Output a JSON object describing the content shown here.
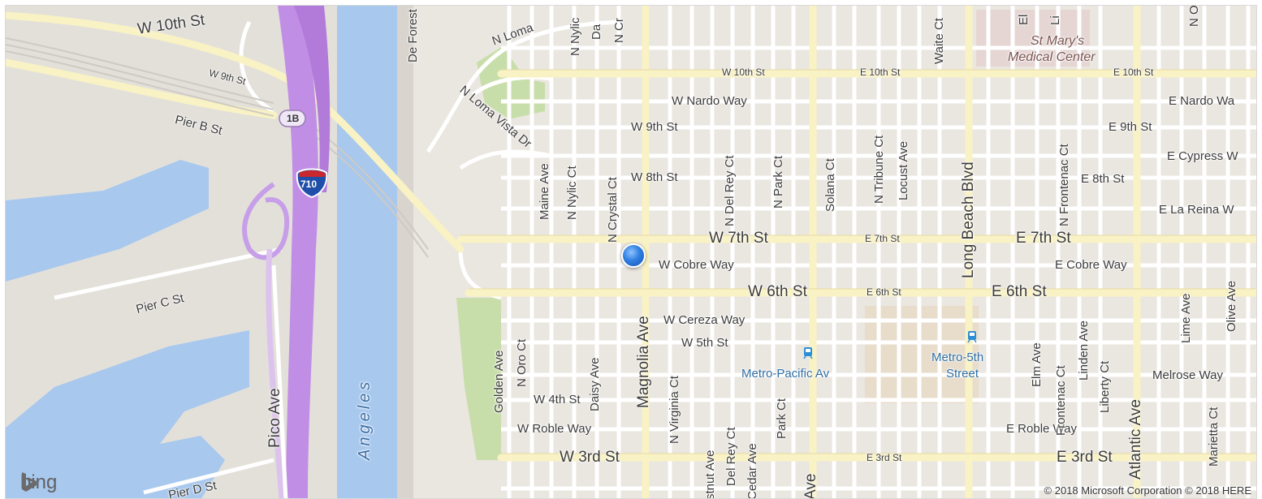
{
  "map": {
    "streets": {
      "w10th_left": "W 10th St",
      "w9th_left": "W 9th St",
      "pier_b": "Pier B St",
      "pier_c": "Pier C St",
      "pier_d": "Pier D St",
      "pico": "Pico Ave",
      "de_forest": "De Forest",
      "n_loma": "N Loma",
      "n_loma_vista": "N Loma Vista Dr",
      "n_nylic_top": "N Nylic",
      "n_crystal_top": "N Cr",
      "da_top": "Da",
      "w10th_right": "W 10th St",
      "e10th_a": "E 10th St",
      "e10th_b": "E 10th St",
      "w_nardo": "W Nardo Way",
      "e_nardo": "E Nardo Wa",
      "w9th_right": "W 9th St",
      "e9th": "E 9th St",
      "e_cypress": "E Cypress W",
      "w8th": "W 8th St",
      "e8th": "E 8th St",
      "e_la_reina": "E La Reina W",
      "w7th": "W 7th St",
      "e7th_sm": "E 7th St",
      "e7th": "E 7th St",
      "w_cobre": "W Cobre Way",
      "e_cobre": "E Cobre Way",
      "w6th": "W 6th St",
      "e6th_sm": "E 6th St",
      "e6th": "E 6th St",
      "w_cereza": "W Cereza Way",
      "w5th": "W 5th St",
      "w4th": "W 4th St",
      "w_roble": "W Roble Way",
      "e_roble": "E Roble Way",
      "w3rd": "W 3rd St",
      "e3rd_sm": "E 3rd St",
      "e3rd": "E 3rd St",
      "melrose": "Melrose Way",
      "maine": "Maine Ave",
      "n_nylic": "N Nylic Ct",
      "n_crystal": "N Crystal Ct",
      "magnolia": "Magnolia Ave",
      "n_del_rey": "N Del Rey Ct",
      "n_park": "N Park Ct",
      "solana": "Solana Ct",
      "n_tribune": "N Tribune Ct",
      "locust": "Locust Ave",
      "long_beach": "Long Beach Blvd",
      "n_frontenac": "N Frontenac Ct",
      "golden": "Golden Ave",
      "n_oro": "N Oro Ct",
      "daisy": "Daisy Ave",
      "n_virginia": "N Virginia Ct",
      "chestnut": "stnut Ave",
      "del_rey": "Del Rey Ct",
      "cedar": "Cedar Ave",
      "park_ct": "Park Ct",
      "ave": "Ave",
      "elm": "Elm Ave",
      "frontenac": "Frontenac Ct",
      "linden": "Linden Ave",
      "liberty": "Liberty Ct",
      "atlantic": "Atlantic Ave",
      "lime": "Lime Ave",
      "olive": "Olive Ave",
      "marietta": "Marietta Ct",
      "waite": "Waite Ct",
      "el_top": "El",
      "li_top": "Li",
      "n_o_top": "N O"
    },
    "river": "Angeles",
    "shield_710": "710",
    "exit_1b": "1B",
    "poi": {
      "st_marys_1": "St Mary's",
      "st_marys_2": "Medical Center",
      "metro_pacific": "Metro-Pacific Av",
      "metro_5th_1": "Metro-5th",
      "metro_5th_2": "Street"
    },
    "brand": "bing",
    "copyright": "© 2018 Microsoft Corporation © 2018 HERE",
    "colors": {
      "land": "#eae6e0",
      "water": "#a8c8ee",
      "freeway": "#c18ee6",
      "arterial": "#f9f2c4",
      "park": "#c8deaa",
      "marker": "#2f7fe0"
    }
  }
}
